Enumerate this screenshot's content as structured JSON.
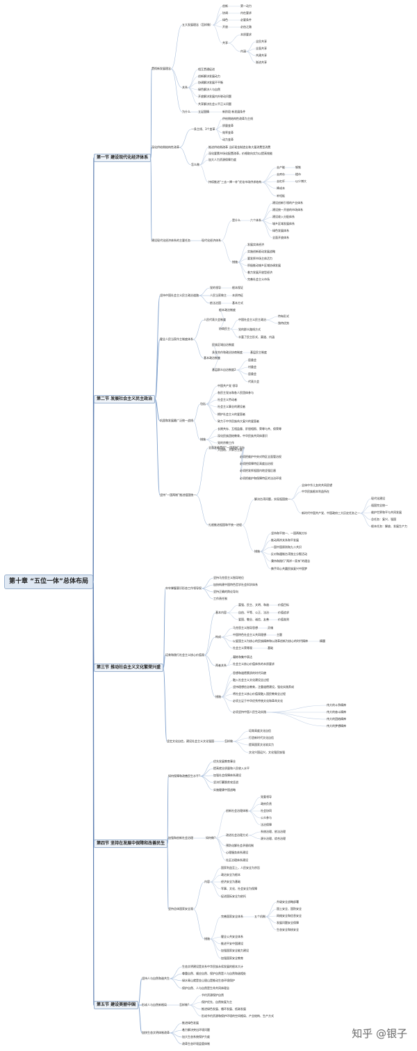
{
  "watermark": "知乎 @银子",
  "tree": [
    [
      "c",
      "第十章 “五位一体”总体布局"
    ],
    [
      "s1",
      "第一节 建设现代化经济体系"
    ],
    [
      "s1a",
      "贯彻新发展理念"
    ],
    [
      "s1a1",
      "五大发展理念（怎样做）"
    ],
    [
      "s1a1a",
      "创新"
    ],
    [
      "s1a1a1",
      "第一动力"
    ],
    [
      "s1a1b",
      "协调"
    ],
    [
      "s1a1b1",
      "内在要求"
    ],
    [
      "s1a1c",
      "绿色"
    ],
    [
      "s1a1c1",
      "必要条件"
    ],
    [
      "s1a1d",
      "开放"
    ],
    [
      "s1a1d1",
      "必由之路"
    ],
    [
      "s1a1e",
      "共享"
    ],
    [
      "s1a1e1",
      "本质要求"
    ],
    [
      "s1a1e2",
      "内涵"
    ],
    [
      "s1a1e2a",
      "全民共享"
    ],
    [
      "s1a1e2b",
      "全面共享"
    ],
    [
      "s1a1e2c",
      "共建共享"
    ],
    [
      "s1a1e2d",
      "渐进共享"
    ],
    [
      "s1a2",
      "关系"
    ],
    [
      "s1a2a",
      "相互贯通促进"
    ],
    [
      "s1a2b",
      "创新解决发展动力"
    ],
    [
      "s1a2c",
      "协调解决发展不平衡"
    ],
    [
      "s1a2d",
      "绿色解决人与自然"
    ],
    [
      "s1a2e",
      "开放解决发展内外联动问题"
    ],
    [
      "s1a2f",
      "共享解决社会公平正义问题"
    ],
    [
      "s1a3",
      "为什么"
    ],
    [
      "s1a3a",
      "立足国情"
    ],
    [
      "s1a3b",
      "新阶段 新发展条件"
    ],
    [
      "s1b",
      "深化供给侧结构性改革"
    ],
    [
      "s1b1",
      "一条主线、3个变革"
    ],
    [
      "s1b1a",
      "供给侧结构性改革为主线"
    ],
    [
      "s1b1b",
      "质量变革"
    ],
    [
      "s1b1c",
      "效率变革"
    ],
    [
      "s1b1d",
      "动力变革"
    ],
    [
      "s1b2",
      "怎么做"
    ],
    [
      "s1b2a",
      "推进供给侧改革 当好现金制造业和大量消费型消费"
    ],
    [
      "s1b2b",
      "深化要素市场化配置改革，价格取向实为以提高效能"
    ],
    [
      "s1b2c",
      "加大人力资源保障力度"
    ],
    [
      "s1b2d",
      "持续推进“三去一降一补”优化市场供求结构"
    ],
    [
      "s1b2d1",
      "去产能"
    ],
    [
      "s1b2d1a",
      "钢铁"
    ],
    [
      "s1b2d2",
      "去库存"
    ],
    [
      "s1b2d2a",
      "楼市"
    ],
    [
      "s1b2d3",
      "去杠杆"
    ],
    [
      "s1b2d3a",
      "以少博大"
    ],
    [
      "s1b2d4",
      "降成本"
    ],
    [
      "s1b2d5",
      "补短板"
    ],
    [
      "s1c",
      "建设现代化经济体系的主要任务"
    ],
    [
      "s1c1",
      "现代化经济体系"
    ],
    [
      "s1c1a",
      "是什么"
    ],
    [
      "s1c1a1",
      "六个体系"
    ],
    [
      "s1c1a1a",
      "建设创新引领的产业体系"
    ],
    [
      "s1c1a1b",
      "建设统一开放的市场体系"
    ],
    [
      "s1c1a1c",
      "建设收入分配体系"
    ],
    [
      "s1c1a1d",
      "城乡区域发展体系"
    ],
    [
      "s1c1a1e",
      "绿色发展体系"
    ],
    [
      "s1c1a1f",
      "全面开放体系"
    ],
    [
      "s1c1b",
      "措施"
    ],
    [
      "s1c1b1",
      "发展实体经济"
    ],
    [
      "s1c1b2",
      "实施创新驱动发展战略"
    ],
    [
      "s1c1b3",
      "要发挥市场主体活力"
    ],
    [
      "s1c1b4",
      "积极推动城乡区域协调发展"
    ],
    [
      "s1c1b5",
      "着力发展开放型经济"
    ],
    [
      "s1c1b6",
      "完善社会主义市场"
    ],
    [
      "s2",
      "第二节 发展社会主义民主政治"
    ],
    [
      "s2a",
      "坚持中国社会主义民主政治道路"
    ],
    [
      "s2a1",
      "党的领导"
    ],
    [
      "s2a1a",
      "根本保证"
    ],
    [
      "s2a2",
      "人民当家做主"
    ],
    [
      "s2a2a",
      "本质特征"
    ],
    [
      "s2a3",
      "依法治国"
    ],
    [
      "s2a3a",
      "基本方式"
    ],
    [
      "s2b",
      "健全人民当家作主制度体系"
    ],
    [
      "s2b1",
      "人民代表大会制度"
    ],
    [
      "s2b1a",
      "根本政治制度"
    ],
    [
      "s2b1b",
      "协商民主"
    ],
    [
      "s2b1b1",
      "中国社会主义民主政治"
    ],
    [
      "s2b1b1a",
      "特有形式"
    ],
    [
      "s2b1b1b",
      "独特优势"
    ],
    [
      "s2b1b2",
      "党的群众路线方式"
    ],
    [
      "s2b1b3",
      "丰富了民主形式、渠道、内涵"
    ],
    [
      "s2b2",
      "基本政治制度"
    ],
    [
      "s2b2a",
      "民族区域自治制度"
    ],
    [
      "s2b2b",
      "多党合作和政治协商制度"
    ],
    [
      "s2b2b1",
      "基层民主制度"
    ],
    [
      "s2b2c",
      "基层群众自治制度2"
    ],
    [
      "s2b2c1",
      "居委会"
    ],
    [
      "s2b2c2",
      "村委会"
    ],
    [
      "s2b2c3",
      "居委会"
    ],
    [
      "s2b2c4",
      "代表大会"
    ],
    [
      "s2c",
      "巩固和发展最广泛统一战线"
    ],
    [
      "s2c1",
      "包括"
    ],
    [
      "s2c1a",
      "中国共产党 领导"
    ],
    [
      "s2c1b",
      "各民主党派和各人民团体参与"
    ],
    [
      "s2c1c",
      "社会主义劳动者"
    ],
    [
      "s2c1d",
      "社会主义事业的建设者"
    ],
    [
      "s2c1e",
      "拥护社会主义的爱国者"
    ],
    [
      "s2c1f",
      "致力于中华民族伟大复兴的爱国者"
    ],
    [
      "s2c2",
      "措施"
    ],
    [
      "s2c2a",
      "长期共存、互相监督、肝胆相照、荣辱与共、保荣辱"
    ],
    [
      "s2c2b",
      "深化民族团结教育，中华民族共同体意识"
    ],
    [
      "s2c2c",
      "党的宗教工作"
    ],
    [
      "s2c2d",
      "大团结、大联合主题"
    ],
    [
      "s2d",
      "坚持“一国两制”推进祖国统一"
    ],
    [
      "s2d1",
      "全面准确贯彻“一国两制”方针"
    ],
    [
      "s2d1a",
      "必须把维护中央对特区全面管治权"
    ],
    [
      "s2d1b",
      "必须把保障特区高度自治权"
    ],
    [
      "s2d1c",
      "必须把发挥祖国内地坚强后盾"
    ],
    [
      "s2d1d",
      "必须把维护和保障特区的法治环境"
    ],
    [
      "s2d2",
      "扎根推进祖国和平统一进程"
    ],
    [
      "s2d2a",
      "解决台湾问题，实现祖国统一"
    ],
    [
      "s2d2a1",
      "全体中华儿女的共同愿望"
    ],
    [
      "s2d2a2",
      "中华民族根本利益所在"
    ],
    [
      "s2d2a3",
      "新时代中国共产党、中国政府三大历史任务之一"
    ],
    [
      "s2d2a3a",
      "现代化建设"
    ],
    [
      "s2d2a3b",
      "祖国完全统一"
    ],
    [
      "s2d2a3c",
      "维护世界和平与共同发展"
    ],
    [
      "s2d2a3d",
      "总任务：复兴、强国"
    ],
    [
      "s2d2a3e",
      "根本任务：解放、发展生产力"
    ],
    [
      "s2d2b",
      "措施"
    ],
    [
      "s2d2b1",
      "坚持和平统一、一国两制方针"
    ],
    [
      "s2d2b2",
      "推动两岸关系和平发展"
    ],
    [
      "s2d2b3",
      "一国中国原则和九二共识"
    ],
    [
      "s2d2b4",
      "反对和遏制台湾独立分裂活动"
    ],
    [
      "s2d2b5",
      "秉持和践行“两岸一家亲”的理念"
    ],
    [
      "s2d2b6",
      "携手同心共圆民族复兴中国梦"
    ],
    [
      "s3",
      "第三节 推动社会主义文化繁荣兴盛"
    ],
    [
      "s3a",
      "牢牢掌握意识形态工作领导权"
    ],
    [
      "s3a1",
      "坚持马克思主义指导地位"
    ],
    [
      "s3a2",
      "加快构建中国特色哲学社会科学体系"
    ],
    [
      "s3a3",
      "坚持正确的舆论导向"
    ],
    [
      "s3a4",
      "工作责任制"
    ],
    [
      "s3b",
      "培育和践行社会主义核心价值观"
    ],
    [
      "s3b1",
      "基本内容"
    ],
    [
      "s3b1a",
      "富强、民主、文明、和谐"
    ],
    [
      "s3b1a1",
      "价值目标"
    ],
    [
      "s3b1b",
      "自由、平等、公正、法治"
    ],
    [
      "s3b1b1",
      "价值追求"
    ],
    [
      "s3b1c",
      "爱国、敬业、诚信、友善"
    ],
    [
      "s3b1c1",
      "价值准则"
    ],
    [
      "s3b2",
      "构成"
    ],
    [
      "s3b2a",
      "马克思主义指导思想"
    ],
    [
      "s3b2a1",
      "灵魂"
    ],
    [
      "s3b2b",
      "中国特色社会主义共同理想"
    ],
    [
      "s3b2b1",
      "主题"
    ],
    [
      "s3b2c",
      "以爱国主义为核心的民族精神和以改革创新为核心的时代精神"
    ],
    [
      "s3b2c1",
      "精髓"
    ],
    [
      "s3b2d",
      "社会主义荣辱观"
    ],
    [
      "s3b2d1",
      "基础"
    ],
    [
      "s3b3",
      "两者关系"
    ],
    [
      "s3b3a",
      "凝练和集中表达"
    ],
    [
      "s3b3b",
      "社会主义核心价值体系的本质要求"
    ],
    [
      "s3b4",
      "措施"
    ],
    [
      "s3b4a",
      "思想和道德素质的时代风貌"
    ],
    [
      "s3b4b",
      "融入社会主义文化建设全过程"
    ],
    [
      "s3b4c",
      "坚持理想信念教育，注重道德建设，强化实践养成"
    ],
    [
      "s3b4d",
      "将社会主义核心价值观融入国民教育全过程"
    ],
    [
      "s3b4e",
      "必须立足于中华优秀传统文化和革命文化"
    ],
    [
      "s3b4f",
      "必须坚持中国人民生动实践"
    ],
    [
      "s3b4f1",
      "伟大的斗争精神"
    ],
    [
      "s3b4f2",
      "伟大的奋斗精神"
    ],
    [
      "s3b4f3",
      "伟大的团结精神"
    ],
    [
      "s3b4f4",
      "伟大的梦想精神"
    ],
    [
      "s3c",
      "坚定文化自信，建设社会主义文化强国"
    ],
    [
      "s3c1",
      "怎样做"
    ],
    [
      "s3c1a",
      "培育高度文化自信"
    ],
    [
      "s3c1b",
      "打造新时代文化自信"
    ],
    [
      "s3c1c",
      "提高国家文化软实力"
    ],
    [
      "s3c1d",
      "文化兴国运兴，文化强民族强"
    ],
    [
      "s4",
      "第四节 坚持在发展中保障和改善民生"
    ],
    [
      "s4a",
      "如何保障和改善民生水平?"
    ],
    [
      "s4a1",
      "优先发展教育事业"
    ],
    [
      "s4a2",
      "提高就业质量和人民收入水平"
    ],
    [
      "s4a3",
      "加强社会保障体系建设"
    ],
    [
      "s4a4",
      "坚决打赢脱贫攻坚战"
    ],
    [
      "s4a5",
      "实施健康中国战略"
    ],
    [
      "s4b",
      "加强和创新社会治理"
    ],
    [
      "s4b1",
      "如何做?"
    ],
    [
      "s4b1a",
      "创新社会治理体制"
    ],
    [
      "s4b1a1",
      "党委领导"
    ],
    [
      "s4b1a2",
      "政府负责"
    ],
    [
      "s4b1a3",
      "社会协同"
    ],
    [
      "s4b1a4",
      "公众参与"
    ],
    [
      "s4b1a5",
      "法治保障"
    ],
    [
      "s4b1b",
      "改进社会治理方式"
    ],
    [
      "s4b1b1",
      "系统治理、依法治理"
    ],
    [
      "s4b1b2",
      "源头治理、综合治理"
    ],
    [
      "s4b1c",
      "预防化解社会矛盾机制"
    ],
    [
      "s4b1d",
      "心理服务体系建设"
    ],
    [
      "s4b1e",
      "社区治理体系建设"
    ],
    [
      "s4c",
      "坚持总体国家安全观"
    ],
    [
      "s4c1",
      "内容"
    ],
    [
      "s4c1a",
      "国家利益至上，人民安全为宗旨"
    ],
    [
      "s4c1b",
      "政治安全为根本"
    ],
    [
      "s4c1c",
      "经济安全为基础"
    ],
    [
      "s4c1d",
      "军事、文化、社会安全为保障"
    ],
    [
      "s4c1e",
      "促进国际安全为依托"
    ],
    [
      "s4c2",
      "措施"
    ],
    [
      "s4c2a",
      "完善国家安全体系"
    ],
    [
      "s4c2a1",
      "五个机制"
    ],
    [
      "s4c2a1a",
      "升级安全战略部署"
    ],
    [
      "s4c2a1b",
      "国土安全、国防安全"
    ],
    [
      "s4c2a1c",
      "网络安全和信息安全"
    ],
    [
      "s4c2a1d",
      "发展问题安全保障"
    ],
    [
      "s4c2a1e",
      "生态安全和核安全"
    ],
    [
      "s4c2b",
      "健全公共安全体系"
    ],
    [
      "s4c2c",
      "推进平安中国建设"
    ],
    [
      "s4c2d",
      "加强国家安全能力建设"
    ],
    [
      "s4c2e",
      "加强国家安全教育"
    ],
    [
      "s5",
      "第五节 建设美丽中国"
    ],
    [
      "s5a",
      "坚持人与自然和谐共生"
    ],
    [
      "s5a1",
      "生态文明建设是关系中华民族永续发展的根本大计"
    ],
    [
      "s5a2",
      "尊重自然、顺应自然、保护自然是人与自然和谐相处"
    ],
    [
      "s5a3",
      "绿水青山就是金山银山是推动生态环境保护"
    ],
    [
      "s5a4",
      "保护自然、人与自然是生命共同体理念"
    ],
    [
      "s5b",
      "形成人与自然新格局"
    ],
    [
      "s5b1",
      "怎样做?"
    ],
    [
      "s5b1a",
      "节约资源保护自然"
    ],
    [
      "s5b1b",
      "保护优先、自然恢复为主"
    ],
    [
      "s5b1c",
      "推进绿色发展、循环发展、低碳发展"
    ],
    [
      "s5b1d",
      "形成节约资源和保护环境的空间格局、产业结构、生产方式"
    ],
    [
      "s5c",
      "加快生态文明体制改革"
    ],
    [
      "s5c1",
      "推进绿色发展"
    ],
    [
      "s5c2",
      "着力解决突出环境问题"
    ],
    [
      "s5c3",
      "加大生态系统保护力度"
    ],
    [
      "s5c4",
      "改革生态环境监管体制"
    ]
  ]
}
